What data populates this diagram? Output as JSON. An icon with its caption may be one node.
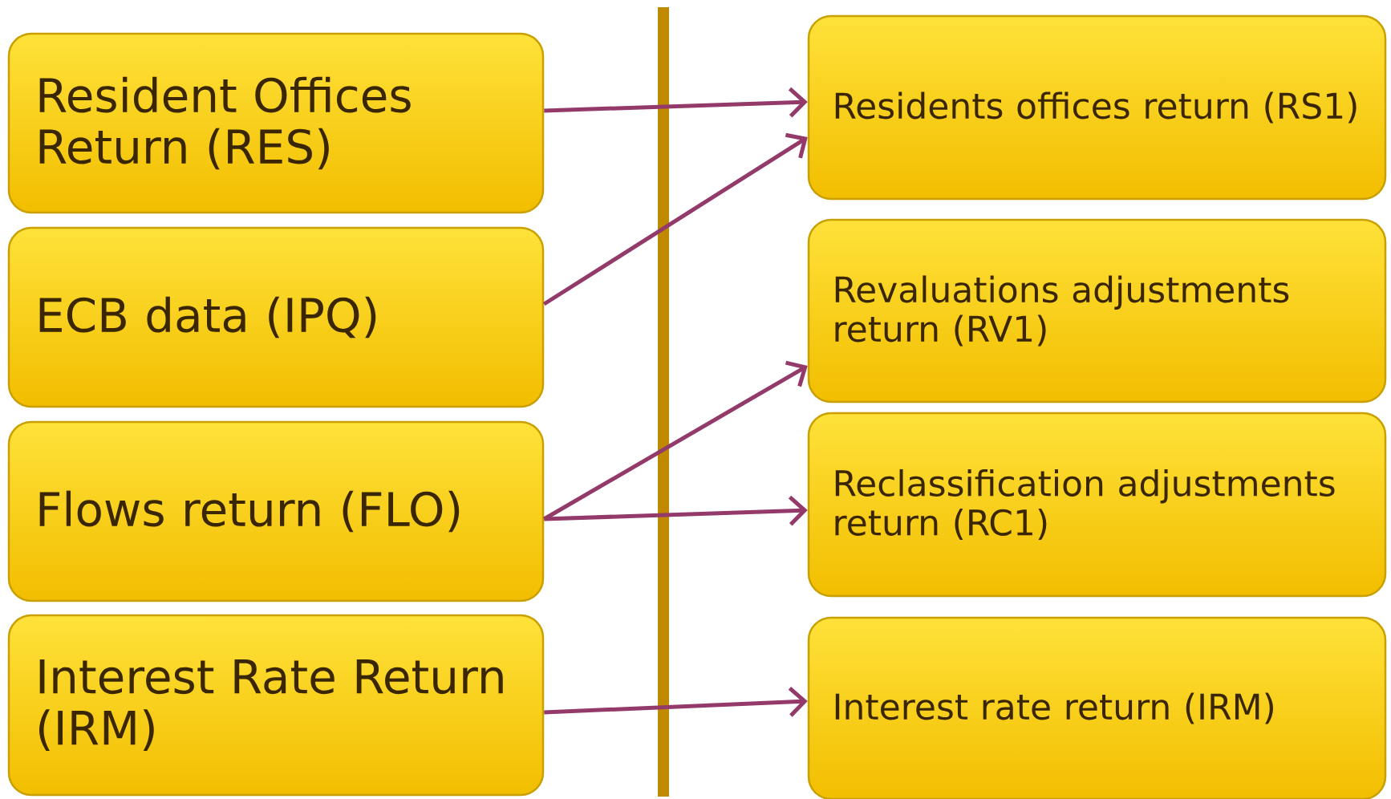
{
  "diagram": {
    "nodes": [
      {
        "text": [
          "Resident Offices Return (RES)"
        ]
      },
      {
        "text": [
          "ECB data (IPQ)"
        ]
      },
      {
        "text": [
          "Flows return (FLO)"
        ]
      },
      {
        "text": [
          "Interest Rate Return (IRM)"
        ]
      },
      {
        "text": [
          "Residents offices return (RS1)"
        ]
      },
      {
        "text": [
          "Revaluations adjustments return (RV1)"
        ]
      },
      {
        "text": [
          "Reclassification adjustments return (RC1)"
        ]
      },
      {
        "text": [
          "Interest rate return (IRM)"
        ]
      }
    ],
    "edges": [
      {
        "from": 0,
        "to": 4,
        "arrow": "to"
      },
      {
        "from": 1,
        "to": 4,
        "arrow": "to"
      },
      {
        "from": 2,
        "to": 5,
        "arrow": "to"
      },
      {
        "from": 2,
        "to": 6,
        "arrow": "to"
      },
      {
        "from": 3,
        "to": 7,
        "arrow": "to"
      }
    ]
  }
}
